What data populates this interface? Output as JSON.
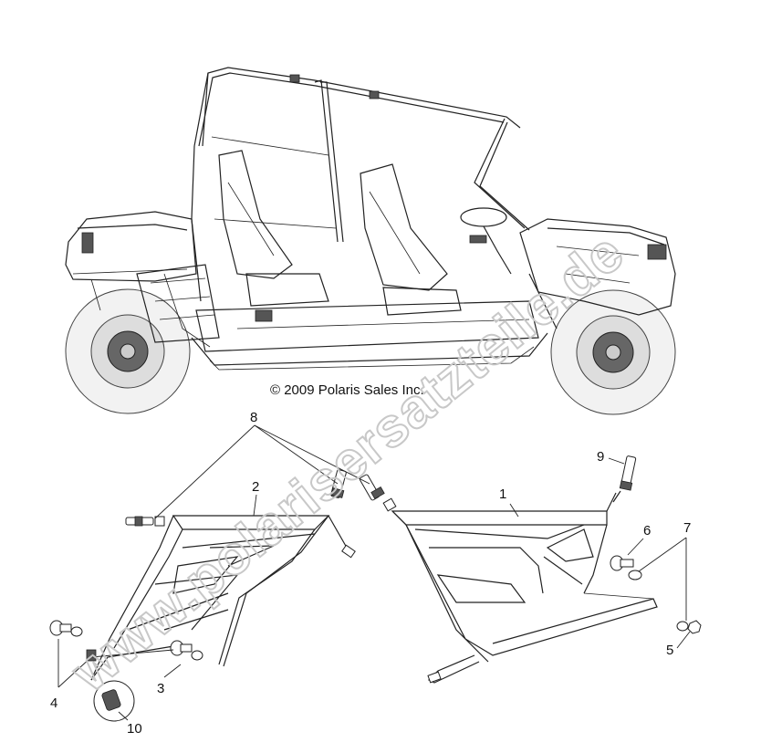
{
  "copyright": "© 2009 Polaris Sales Inc.",
  "watermark": "www.polarisersatzteile.de",
  "callouts": {
    "c1": "1",
    "c2": "2",
    "c3": "3",
    "c4": "4",
    "c5": "5",
    "c6": "6",
    "c7": "7",
    "c8": "8",
    "c9": "9",
    "c10": "10"
  }
}
